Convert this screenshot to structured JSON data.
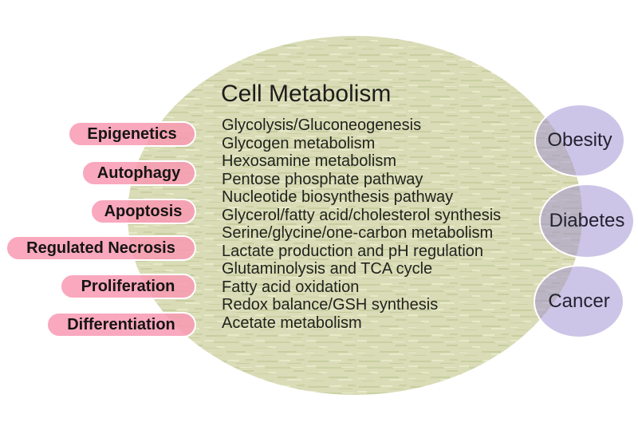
{
  "diagram": {
    "title": "Cell Metabolism",
    "pathways": [
      "Glycolysis/Gluconeogenesis",
      "Glycogen metabolism",
      "Hexosamine metabolism",
      "Pentose phosphate pathway",
      "Nucleotide biosynthesis pathway",
      "Glycerol/fatty acid/cholesterol synthesis",
      "Serine/glycine/one-carbon metabolism",
      "Lactate production and pH regulation",
      "Glutaminolysis and TCA cycle",
      "Fatty acid oxidation",
      "Redox balance/GSH synthesis",
      "Acetate metabolism"
    ],
    "processes": [
      "Epigenetics",
      "Autophagy",
      "Apoptosis",
      "Regulated Necrosis",
      "Proliferation",
      "Differentiation"
    ],
    "diseases": [
      "Obesity",
      "Diabetes",
      "Cancer"
    ],
    "colors": {
      "metabolism_ellipse": "#d9dcb6",
      "process_pill": "#f8a8bf",
      "disease_ellipse": "#cdc3e7",
      "overlap": "#bab4c8",
      "text": "#1d1d1b"
    }
  }
}
